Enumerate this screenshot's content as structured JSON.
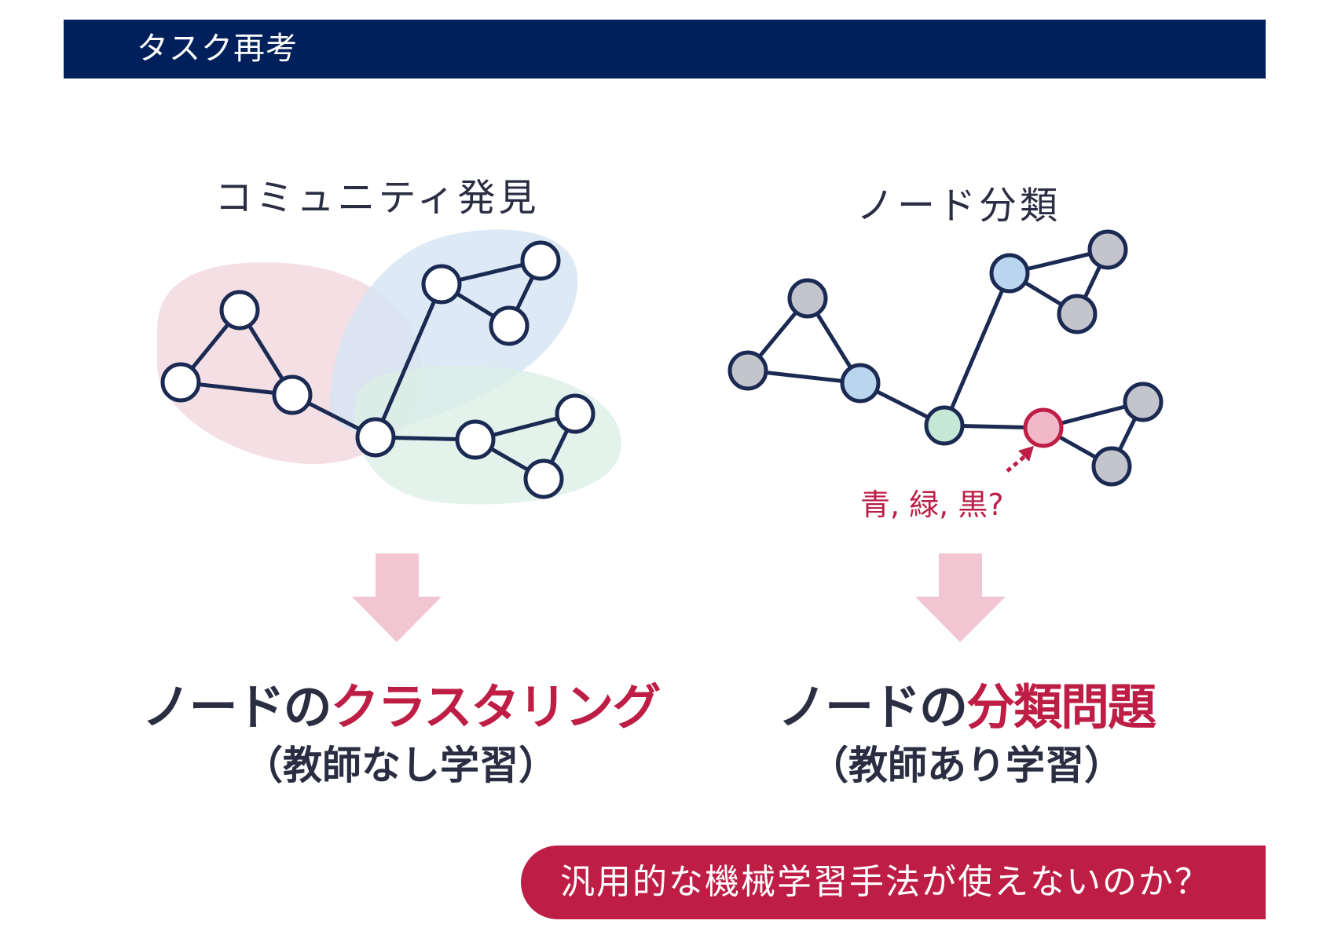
{
  "header": {
    "title": "タスク再考"
  },
  "left_panel": {
    "title": "コミュニティ発見",
    "result_prefix": "ノードの",
    "result_accent": "クラスタリング",
    "result_sub": "（教師なし学習）"
  },
  "right_panel": {
    "title": "ノード分類",
    "annotation": "青, 緑, 黒?",
    "result_prefix": "ノードの",
    "result_accent": "分類問題",
    "result_sub": "（教師あり学習）"
  },
  "footer": {
    "question": "汎用的な機械学習手法が使えないのか？"
  },
  "colors": {
    "navy": "#00205b",
    "accent": "#be1e45",
    "node_gray": "#c4c4cc",
    "node_blue": "#b9d6ee",
    "node_green": "#c4e7d6",
    "node_pink": "#f0b8c8",
    "blob_red": "#f2d9e0",
    "blob_blue": "#d5e5f4",
    "blob_green": "#dcefe6",
    "arrow_pink": "#f1c6d2"
  }
}
